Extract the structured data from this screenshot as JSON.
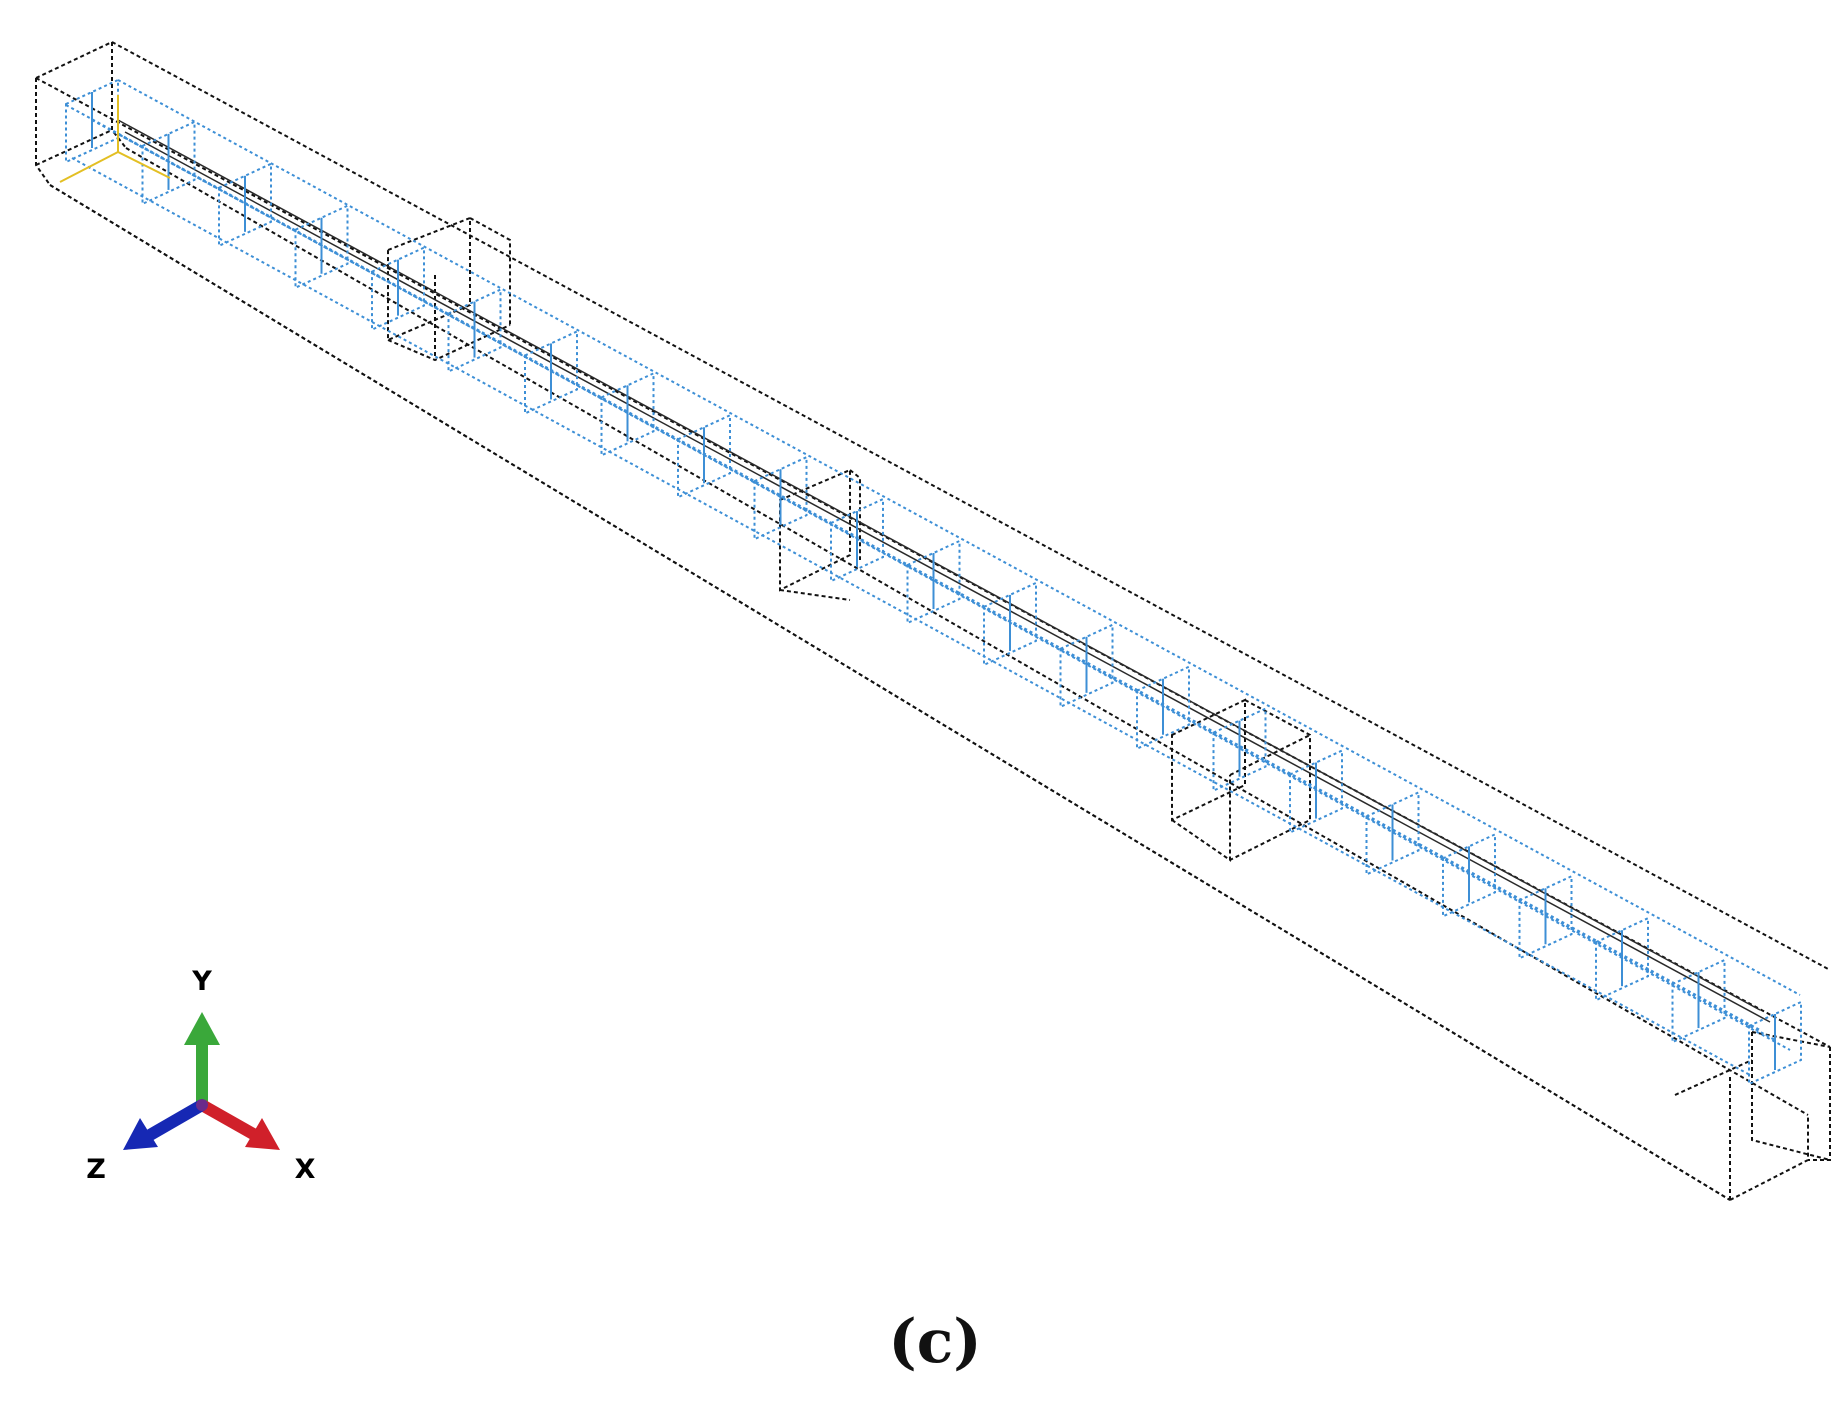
{
  "caption": "(c)",
  "triad": {
    "y_label": "Y",
    "z_label": "Z",
    "x_label": "X"
  },
  "colors": {
    "background": "#ffffff",
    "concrete_outline": "#111111",
    "reinforcement": "#3d8fd6",
    "origin_marker": "#e3bf23",
    "axis_x": "#d0202a",
    "axis_y": "#3aa83a",
    "axis_z": "#1628b4"
  },
  "icons": {
    "triad": "xyz-axis-triad-icon"
  }
}
